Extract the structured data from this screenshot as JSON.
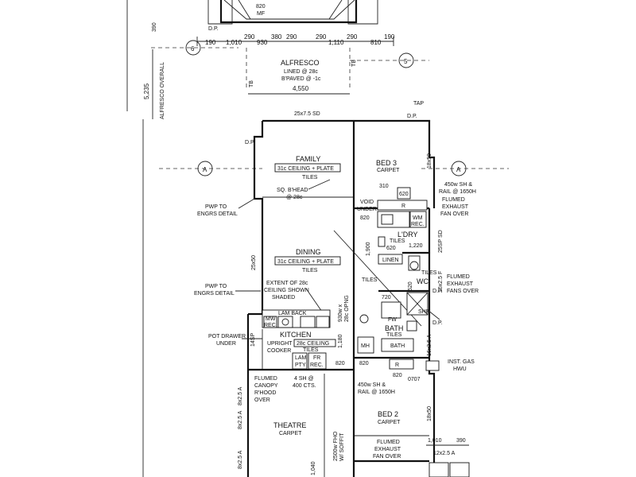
{
  "plan": {
    "top_unit": {
      "id": "820",
      "sub": "MF"
    },
    "dp_labels": [
      "D.P.",
      "D.P.",
      "D.P.",
      "D.P.",
      "D.P."
    ],
    "top_dims": [
      "190",
      "1,010",
      "290",
      "930",
      "380",
      "290",
      "290",
      "1,110",
      "290",
      "810",
      "190"
    ],
    "dim_390": "390",
    "section_markers": [
      "6",
      "5",
      "A",
      "A"
    ],
    "alfresco": {
      "name": "ALFRESCO",
      "note1": "LINED @ 28c",
      "note2": "B'PAVED @ -1c"
    },
    "tb": [
      "TB",
      "TB"
    ],
    "dim_4550": "4,550",
    "left_vertical": [
      "5,235",
      "ALFRESCO OVERALL"
    ],
    "dim_25x75sd": "25x7.5 SD",
    "tap": "TAP",
    "family": {
      "name": "FAMILY",
      "ceiling": "31c CEILING + PLATE",
      "floor": "TILES"
    },
    "sq_bhead": [
      "SQ. B'HEAD",
      "@ 28c"
    ],
    "dining": {
      "name": "DINING",
      "ceiling": "31c CEILING + PLATE",
      "floor": "TILES"
    },
    "pwp1": [
      "PWP TO",
      "ENGRS DETAIL"
    ],
    "pwp2": [
      "PWP TO",
      "ENGRS DETAIL"
    ],
    "dim_25x50": "25x50",
    "extent": [
      "EXTENT OF 28c",
      "CEILING SHOWN",
      "SHADED"
    ],
    "lam_back": "LAM BACK",
    "mw_rec": [
      "MW",
      "REC."
    ],
    "pot_drawer": [
      "POT DRAWER",
      "UNDER"
    ],
    "dim_14sp": "14SP",
    "kitchen": {
      "name": "KITCHEN",
      "ceiling": "28c CEILING",
      "floor": "TILES"
    },
    "upright": [
      "UPRIGHT",
      "COOKER"
    ],
    "lam_pty": [
      "LAM",
      "PTY"
    ],
    "fr_rec": [
      "FR",
      "REC."
    ],
    "opening": [
      "930w x",
      "28c OPNG"
    ],
    "dim_1180": "1,180",
    "dim_820": "820",
    "flumed_canopy": [
      "FLUMED",
      "CANOPY",
      "R'HOOD",
      "OVER"
    ],
    "sh_cts": [
      "4 SH @",
      "400 CTS."
    ],
    "theatre": {
      "name": "THEATRE",
      "floor": "CARPET"
    },
    "dim_2500": [
      "2500w FHO",
      "W/ SOFFIT"
    ],
    "dim_1040": "1,040",
    "dim_8x25a": [
      "8x2.5 A",
      "8x2.5 A",
      "8x2.5 A"
    ],
    "bed3": {
      "name": "BED 3",
      "floor": "CARPET"
    },
    "dim_310": "310",
    "dim_620": "620",
    "wardrobe3": [
      "450w SH &",
      "RAIL @ 1650H"
    ],
    "flumed1": [
      "FLUMED",
      "EXHAUST",
      "FAN OVER"
    ],
    "void": [
      "VOID",
      "UNDER"
    ],
    "r": "R",
    "wm_rec": [
      "WM",
      "REC."
    ],
    "ldry": {
      "name": "L'DRY",
      "floor": "TILES"
    },
    "dim_1220": "1,220",
    "dim_25sp": "25SP SD",
    "linen": "LINEN",
    "dim_1900": "1,900",
    "wc": {
      "name": "WC",
      "floor": "TILES"
    },
    "dim_16x25f": "16x2.5 F",
    "flumed2": [
      "FLUMED",
      "EXHAUST",
      "FANS OVER"
    ],
    "dim_720": "720",
    "fw": "FW",
    "shr": "SHR",
    "bath": {
      "name": "BATH",
      "floor": "TILES",
      "tub": "BATH"
    },
    "mh": "MH",
    "dim_18x50": [
      "18x50",
      "18x50"
    ],
    "dim_16x25a": "16x2.5 A",
    "inst_gas": [
      "INST. GAS",
      "HWU"
    ],
    "dim_0707": "0707",
    "wardrobe2": [
      "450w SH &",
      "RAIL @ 1650H"
    ],
    "bed2": {
      "name": "BED 2",
      "floor": "CARPET"
    },
    "flumed3": [
      "FLUMED",
      "EXHAUST",
      "FAN OVER"
    ],
    "dim_1010": "1,010",
    "dim_12x25a": "12x2.5 A"
  }
}
